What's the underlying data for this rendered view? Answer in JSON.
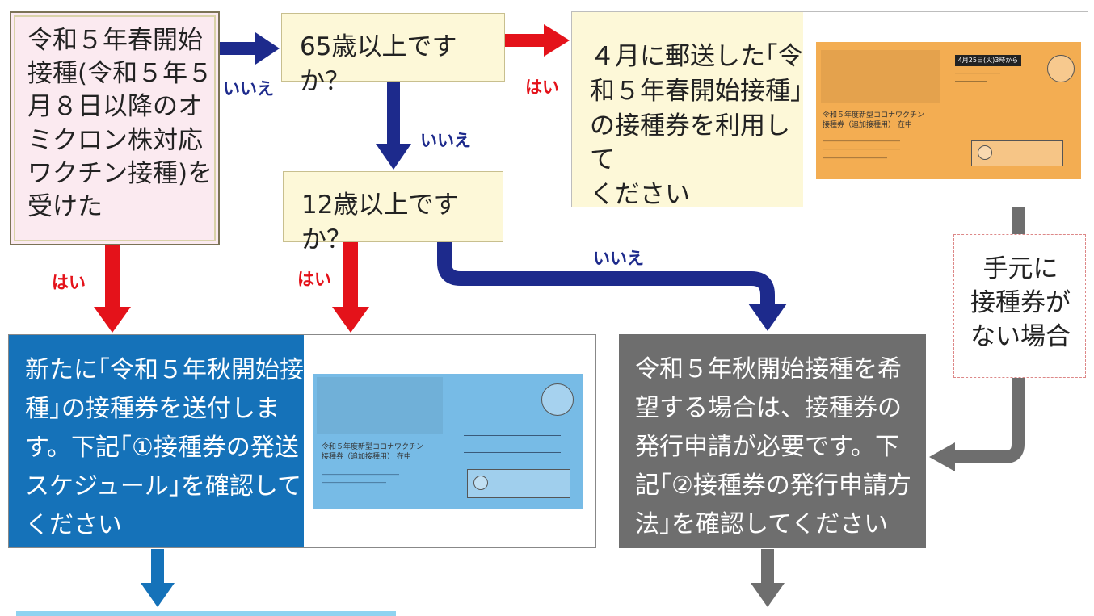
{
  "nodes": {
    "start": "令和５年春開始\n接種(令和５年５\n月８日以降のオ\nミクロン株対応\nワクチン接種)を\n受けた",
    "q65": "65歳以上ですか？",
    "q12": "12歳以上ですか？",
    "spring_ticket_result": "４月に郵送した｢令\n和５年春開始接種｣\nの接種券を利用して\nください",
    "no_ticket_note": "手元に\n接種券が\nない場合",
    "autumn_ticket_result": "新たに｢令和５年秋開始接\n種｣の接種券を送付しま\nす。下記｢①接種券の発送\nスケジュール｣を確認して\nください",
    "apply_result": "令和５年秋開始接種を希\n望する場合は、接種券の\n発行申請が必要です。下\n記｢②接種券の発行申請方\n法｣を確認してください"
  },
  "edge_labels": {
    "start_no": "いいえ",
    "q65_yes": "はい",
    "q65_no": "いいえ",
    "start_yes": "はい",
    "q12_yes": "はい",
    "q12_no": "いいえ"
  },
  "ticket_images": {
    "orange_ticket": {
      "date_banner": "4月25日(火)3時から",
      "title": "令和５年度新型コロナワクチン\n接種券（追加接種用） 在中"
    },
    "blue_ticket": {
      "title": "令和５年度新型コロナワクチン\n接種券（追加接種用） 在中"
    }
  },
  "colors": {
    "yes_arrow": "#e4121a",
    "no_arrow": "#1d2a8c",
    "blue_result": "#1572b9",
    "gray_result": "#6e6e6e",
    "question_fill": "#fdf8d8",
    "start_fill": "#fbeaf0"
  }
}
